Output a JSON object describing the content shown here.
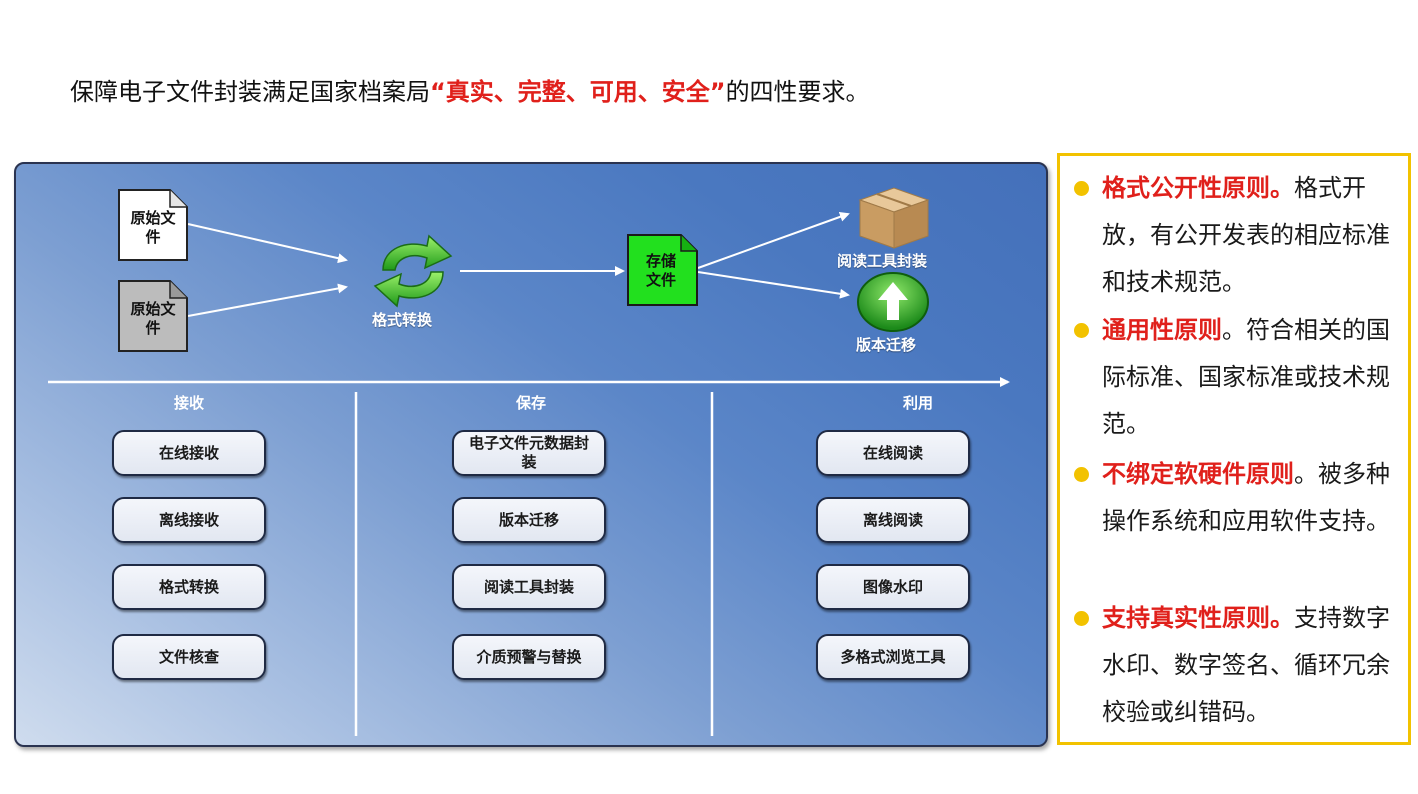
{
  "headline": {
    "prefix": "保障电子文件封装满足国家档案局",
    "quote_open": "“",
    "highlight": "真实、完整、可用、安全",
    "quote_close": "”",
    "suffix": "的四性要求。"
  },
  "diagram": {
    "source_doc_1": "原始文件",
    "source_doc_2": "原始文件",
    "convert_label": "格式转换",
    "storage_doc": "存储文件",
    "reader_pack_label": "阅读工具封装",
    "version_migrate_label": "版本迁移",
    "columns": [
      {
        "title": "接收",
        "items": [
          "在线接收",
          "离线接收",
          "格式转换",
          "文件核查"
        ]
      },
      {
        "title": "保存",
        "items": [
          "电子文件元数据封装",
          "版本迁移",
          "阅读工具封装",
          "介质预警与替换"
        ]
      },
      {
        "title": "利用",
        "items": [
          "在线阅读",
          "离线阅读",
          "图像水印",
          "多格式浏览工具"
        ]
      }
    ],
    "colors": {
      "doc_white": "#ffffff",
      "doc_gray": "#bcbcbc",
      "doc_green": "#22e01e",
      "arrow": "#ffffff"
    },
    "icons": [
      "document-icon",
      "recycle-arrows-icon",
      "box-icon",
      "up-arrow-circle-icon"
    ]
  },
  "principles": [
    {
      "title": "格式公开性原则。",
      "body": "格式开放，有公开发表的相应标准和技术规范。"
    },
    {
      "title": "通用性原则",
      "body": "。符合相关的国际标准、国家标准或技术规范。"
    },
    {
      "title": "不绑定软硬件原则",
      "body": "。被多种操作系统和应用软件支持。"
    },
    {
      "title": "支持真实性原则。",
      "body": "支持数字水印、数字签名、循环冗余校验或纠错码。"
    }
  ],
  "accent_colors": {
    "red": "#e0201b",
    "yellow": "#f2c200"
  }
}
